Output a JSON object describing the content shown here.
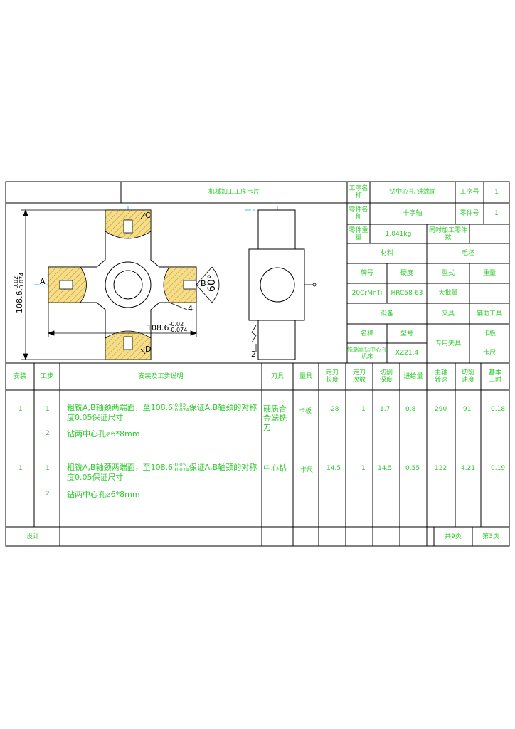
{
  "card": {
    "title": "机械加工工序卡片",
    "proc_name_label": "工序名称",
    "proc_name_value": "钻中心孔 铣端面",
    "proc_no_label": "工序号",
    "proc_no_value": "1",
    "part_name_label": "零件名称",
    "part_name_value": "十字轴",
    "part_no_label": "零件号",
    "part_no_value": "1",
    "part_weight_label": "零件重量",
    "part_weight_value": "1.041kg",
    "simul_label": "同时加工零件数",
    "material_label": "材料",
    "blank_label": "毛坯",
    "grade_label": "牌号",
    "hardness_label": "硬度",
    "form_label": "型式",
    "weight_label": "重量",
    "grade_value": "20CrMnTi",
    "hardness_value": "HRC58-63",
    "form_value": "大批量",
    "equipment_label": "设备",
    "fixture_label": "夹具",
    "aux_tool_label": "辅助工具",
    "eq_name_label": "名称",
    "eq_model_label": "型号",
    "fixture_value": "专用夹具",
    "aux_value1": "卡板",
    "aux_value2": "卡尺",
    "eq_name_value": "铣端面钻中心孔机床",
    "eq_model_value": "XZ21.4"
  },
  "drawing": {
    "label_a": "A",
    "label_b": "B",
    "label_c": "C",
    "label_d": "D",
    "label_4": "4",
    "label_2": "2",
    "angle": "60°",
    "dim_v_base": "108.6",
    "dim_v_upper": "-0.02",
    "dim_v_lower": "-0.074",
    "dim_h_base": "108.6",
    "dim_h_upper": "-0.02",
    "dim_h_lower": "-0.074"
  },
  "table": {
    "headers": [
      "安装",
      "工步",
      "安装及工步说明",
      "刀具",
      "量具",
      "走刀长度",
      "走刀次数",
      "切削深度",
      "进给量",
      "主轴转速",
      "切削速度",
      "基本工时"
    ],
    "rows": [
      {
        "install": "1",
        "step": "1",
        "desc_pre": "粗铣A,B轴颈两端面，至108.6",
        "desc_sup": "-0.05",
        "desc_sub": "-0.074",
        "desc_post": "保证A,B轴颈的对称度0.05保证尺寸",
        "tool": "硬质合金端铣刀",
        "gauge": "卡板",
        "len": "28",
        "times": "1",
        "depth": "1.7",
        "feed": "0.8",
        "rpm": "290",
        "speed": "91",
        "time": "0.18"
      },
      {
        "install": "",
        "step": "2",
        "desc_pre": "钻两中心孔⌀6*8mm",
        "desc_sup": "",
        "desc_sub": "",
        "desc_post": "",
        "tool": "",
        "gauge": "",
        "len": "",
        "times": "",
        "depth": "",
        "feed": "",
        "rpm": "",
        "speed": "",
        "time": ""
      },
      {
        "install": "1",
        "step": "1",
        "desc_pre": "粗铣A,B轴颈两端面，至108.6",
        "desc_sup": "-0.05",
        "desc_sub": "-0.074",
        "desc_post": "保证A,B轴颈的对称度0.05保证尺寸",
        "tool": "中心钻",
        "gauge": "卡尺",
        "len": "14.5",
        "times": "1",
        "depth": "14.5",
        "feed": "0.55",
        "rpm": "122",
        "speed": "4.21",
        "time": "0.19"
      },
      {
        "install": "",
        "step": "2",
        "desc_pre": "钻两中心孔⌀6*8mm",
        "desc_sup": "",
        "desc_sub": "",
        "desc_post": "",
        "tool": "",
        "gauge": "",
        "len": "",
        "times": "",
        "depth": "",
        "feed": "",
        "rpm": "",
        "speed": "",
        "time": ""
      }
    ]
  },
  "footer": {
    "design_label": "设计",
    "total_pages": "共9页",
    "page_no": "第3页"
  },
  "colors": {
    "line": "#000000",
    "text": "#2ecc2e",
    "hatch": "#f5dd8a",
    "axis": "#00a0ff"
  }
}
